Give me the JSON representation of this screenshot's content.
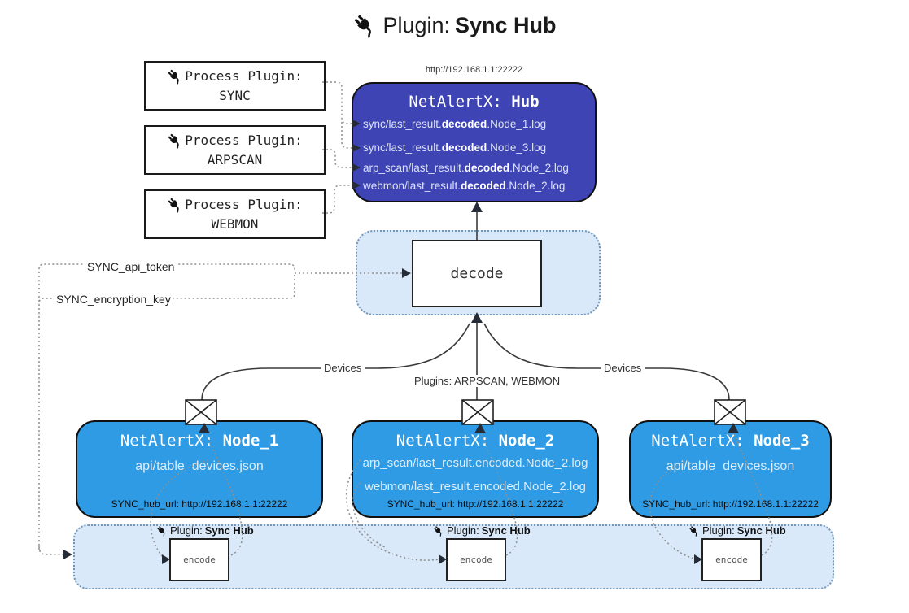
{
  "title": {
    "prefix": "Plugin:",
    "name": "Sync Hub"
  },
  "process_plugins": [
    {
      "label": "Process Plugin:",
      "name": "SYNC"
    },
    {
      "label": "Process Plugin:",
      "name": "ARPSCAN"
    },
    {
      "label": "Process Plugin:",
      "name": "WEBMON"
    }
  ],
  "hub": {
    "url": "http://192.168.1.1:22222",
    "title_prefix": "NetAlertX: ",
    "title_name": "Hub",
    "logs": [
      {
        "pre": "sync/last_result.",
        "bold": "decoded",
        "post": ".Node_1.log"
      },
      {
        "pre": "sync/last_result.",
        "bold": "decoded",
        "post": ".Node_3.log"
      },
      {
        "pre": "arp_scan/last_result.",
        "bold": "decoded",
        "post": ".Node_2.log"
      },
      {
        "pre": "webmon/last_result.",
        "bold": "decoded",
        "post": ".Node_2.log"
      }
    ]
  },
  "decode": {
    "label": "decode"
  },
  "keys": {
    "api_token": "SYNC_api_token",
    "encryption_key": "SYNC_encryption_key"
  },
  "edges": {
    "devices_left": "Devices",
    "devices_right": "Devices",
    "plugins_mid": "Plugins: ARPSCAN, WEBMON"
  },
  "nodes": [
    {
      "title_prefix": "NetAlertX: ",
      "title_name": "Node_1",
      "lines": [
        "api/table_devices.json"
      ],
      "hub_url": "SYNC_hub_url: http://192.168.1.1:22222"
    },
    {
      "title_prefix": "NetAlertX: ",
      "title_name": "Node_2",
      "lines": [
        "arp_scan/last_result.encoded.Node_2.log",
        "webmon/last_result.encoded.Node_2.log"
      ],
      "hub_url": "SYNC_hub_url: http://192.168.1.1:22222"
    },
    {
      "title_prefix": "NetAlertX: ",
      "title_name": "Node_3",
      "lines": [
        "api/table_devices.json"
      ],
      "hub_url": "SYNC_hub_url: http://192.168.1.1:22222"
    }
  ],
  "encode_band": {
    "plugin_prefix": "Plugin:",
    "plugin_name": "Sync Hub",
    "encode_label": "encode"
  },
  "colors": {
    "hub_bg": "#3E44B3",
    "node_bg": "#2E9BE4",
    "container_bg": "#D9E9F9",
    "container_border": "#7396B8",
    "connector_dotted": "#8F8F8F",
    "connector_solid": "#3A3A3A"
  }
}
